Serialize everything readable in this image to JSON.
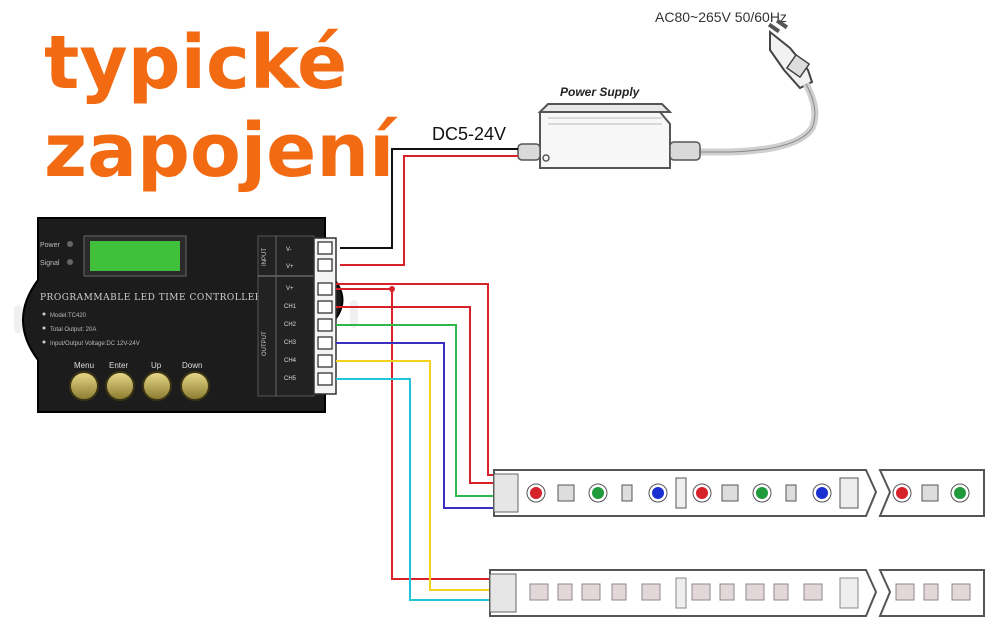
{
  "title": {
    "line1": "typické",
    "line2": "zapojení"
  },
  "labels": {
    "ac_input": "AC80~265V 50/60Hz",
    "power_supply": "Power Supply",
    "dc_voltage": "DC5-24V"
  },
  "controller": {
    "indicator_power": "Power",
    "indicator_signal": "Signal",
    "name": "PROGRAMMABLE LED TIME CONTROLLER",
    "specs": [
      "Model:TC420",
      "Total Output: 20A",
      "Input/Output Voltage:DC 12V-24V"
    ],
    "buttons": [
      "Menu",
      "Enter",
      "Up",
      "Down"
    ],
    "input_group_label": "INPUT",
    "input_terminals": [
      "V-",
      "V+"
    ],
    "output_group_label": "OUTPUT",
    "output_terminals": [
      "V+",
      "CH1",
      "CH2",
      "CH3",
      "CH4",
      "CH5"
    ]
  },
  "colors": {
    "title": "#f26a12",
    "controller_body": "#1c1c1c",
    "lcd": "#3fbf3a",
    "wire_black": "#111111",
    "wire_red": "#d8222a",
    "wire_green": "#2db84a",
    "wire_blue": "#3a2fbf",
    "wire_yellow": "#f2d21b",
    "wire_cyan": "#22c4d8",
    "led_red": "#d6202a",
    "led_green": "#1f9b3c",
    "led_blue": "#1d2fd0"
  }
}
